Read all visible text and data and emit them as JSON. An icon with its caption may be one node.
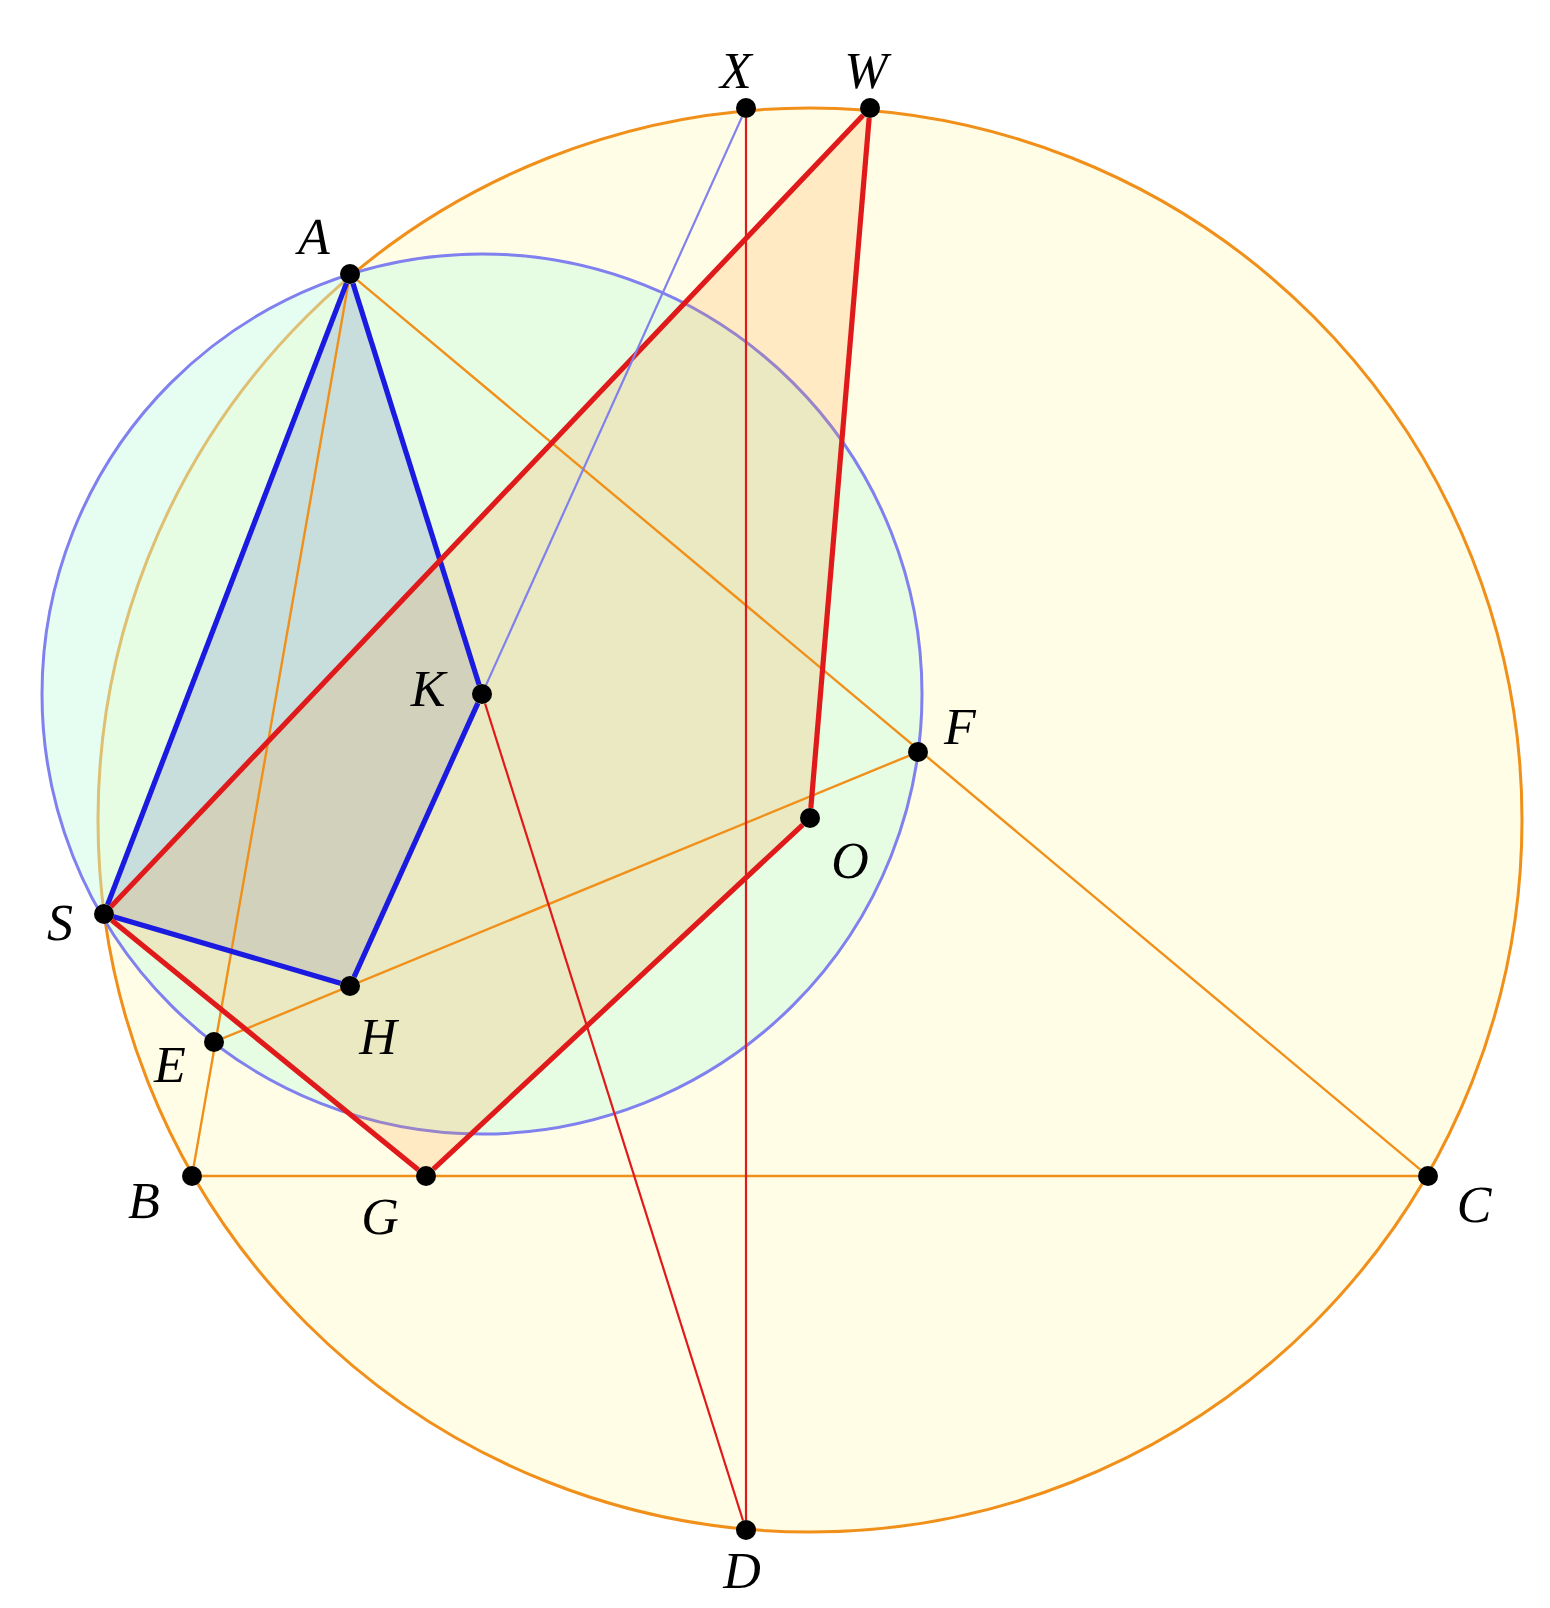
{
  "diagram": {
    "nodes": [
      {
        "text": [
          "X"
        ]
      },
      {
        "text": [
          "W"
        ]
      },
      {
        "text": [
          "A"
        ]
      },
      {
        "text": [
          "K"
        ]
      },
      {
        "text": [
          "F"
        ]
      },
      {
        "text": [
          "O"
        ]
      },
      {
        "text": [
          "S"
        ]
      },
      {
        "text": [
          "H"
        ]
      },
      {
        "text": [
          "E"
        ]
      },
      {
        "text": [
          "B"
        ]
      },
      {
        "text": [
          "G"
        ]
      },
      {
        "text": [
          "C"
        ]
      },
      {
        "text": [
          "D"
        ]
      }
    ],
    "edges": [
      {
        "from": 2,
        "to": 9,
        "arrow": "none",
        "color": "#f0901a"
      },
      {
        "from": 2,
        "to": 11,
        "arrow": "none",
        "color": "#f0901a"
      },
      {
        "from": 9,
        "to": 11,
        "arrow": "none",
        "color": "#f0901a"
      },
      {
        "from": 8,
        "to": 4,
        "arrow": "none",
        "color": "#f0901a"
      },
      {
        "from": 6,
        "to": 2,
        "arrow": "none",
        "color": "#1a1ae0"
      },
      {
        "from": 2,
        "to": 3,
        "arrow": "none",
        "color": "#1a1ae0"
      },
      {
        "from": 3,
        "to": 7,
        "arrow": "none",
        "color": "#1a1ae0"
      },
      {
        "from": 7,
        "to": 6,
        "arrow": "none",
        "color": "#1a1ae0"
      },
      {
        "from": 6,
        "to": 1,
        "arrow": "none",
        "color": "#e01a1a"
      },
      {
        "from": 1,
        "to": 5,
        "arrow": "none",
        "color": "#e01a1a"
      },
      {
        "from": 5,
        "to": 10,
        "arrow": "none",
        "color": "#e01a1a"
      },
      {
        "from": 10,
        "to": 6,
        "arrow": "none",
        "color": "#e01a1a"
      },
      {
        "from": 3,
        "to": 12,
        "arrow": "none",
        "color": "#e01a1a"
      },
      {
        "from": 0,
        "to": 12,
        "arrow": "none",
        "color": "#e01a1a"
      },
      {
        "from": 3,
        "to": 0,
        "arrow": "none",
        "color": "#8080ee"
      }
    ]
  }
}
